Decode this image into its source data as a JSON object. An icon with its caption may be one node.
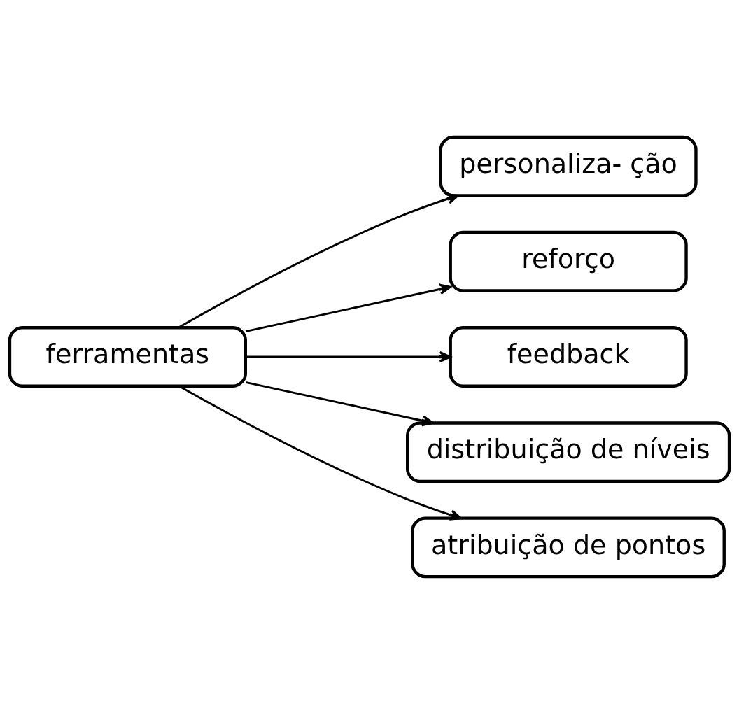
{
  "diagram": {
    "nodes": [
      {
        "text": [
          "ferramentas"
        ]
      },
      {
        "text": [
          "personaliza- ção"
        ]
      },
      {
        "text": [
          "reforço"
        ]
      },
      {
        "text": [
          "feedback"
        ]
      },
      {
        "text": [
          "distribuição de níveis"
        ]
      },
      {
        "text": [
          "atribuição de pontos"
        ]
      }
    ],
    "edges": [
      {
        "from": 0,
        "to": 1,
        "arrow": "to"
      },
      {
        "from": 0,
        "to": 2,
        "arrow": "to"
      },
      {
        "from": 0,
        "to": 3,
        "arrow": "to"
      },
      {
        "from": 0,
        "to": 4,
        "arrow": "to"
      },
      {
        "from": 0,
        "to": 5,
        "arrow": "to"
      }
    ]
  }
}
